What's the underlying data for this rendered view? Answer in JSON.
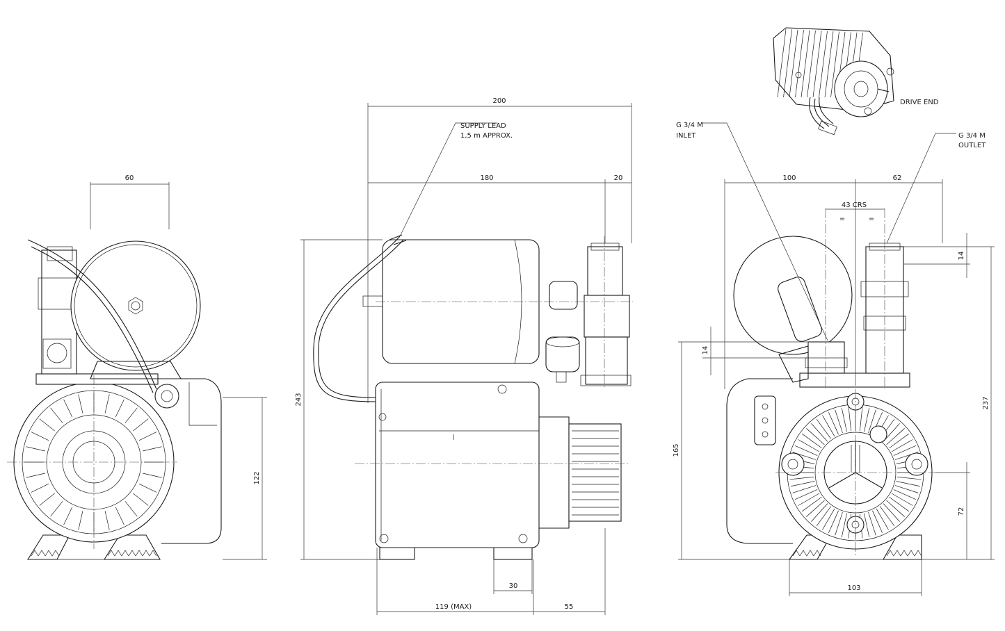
{
  "labels": {
    "supply_lead_1": "SUPPLY LEAD",
    "supply_lead_2": "1,5 m APPROX.",
    "drive_end": "DRIVE END",
    "inlet_1": "G 3/4 M",
    "inlet_2": "INLET",
    "outlet_1": "G 3/4 M",
    "outlet_2": "OUTLET"
  },
  "dimensions": {
    "left_width": "60",
    "left_height": "122",
    "overall_length": "200",
    "motor_length": "180",
    "spigot_length": "20",
    "overall_height": "243",
    "foot_width": "30",
    "base_length": "119 (MAX)",
    "base_offset": "55",
    "right_width": "100",
    "right_offset": "62",
    "port_centres": "43 CRS",
    "equal_a": "=",
    "equal_b": "=",
    "port_thread_top": "14",
    "port_thread_mid": "14",
    "right_height": "237",
    "inlet_height": "165",
    "shaft_height": "72",
    "right_base": "103"
  },
  "colors": {
    "line": "#1a1a1a",
    "background": "#ffffff"
  }
}
